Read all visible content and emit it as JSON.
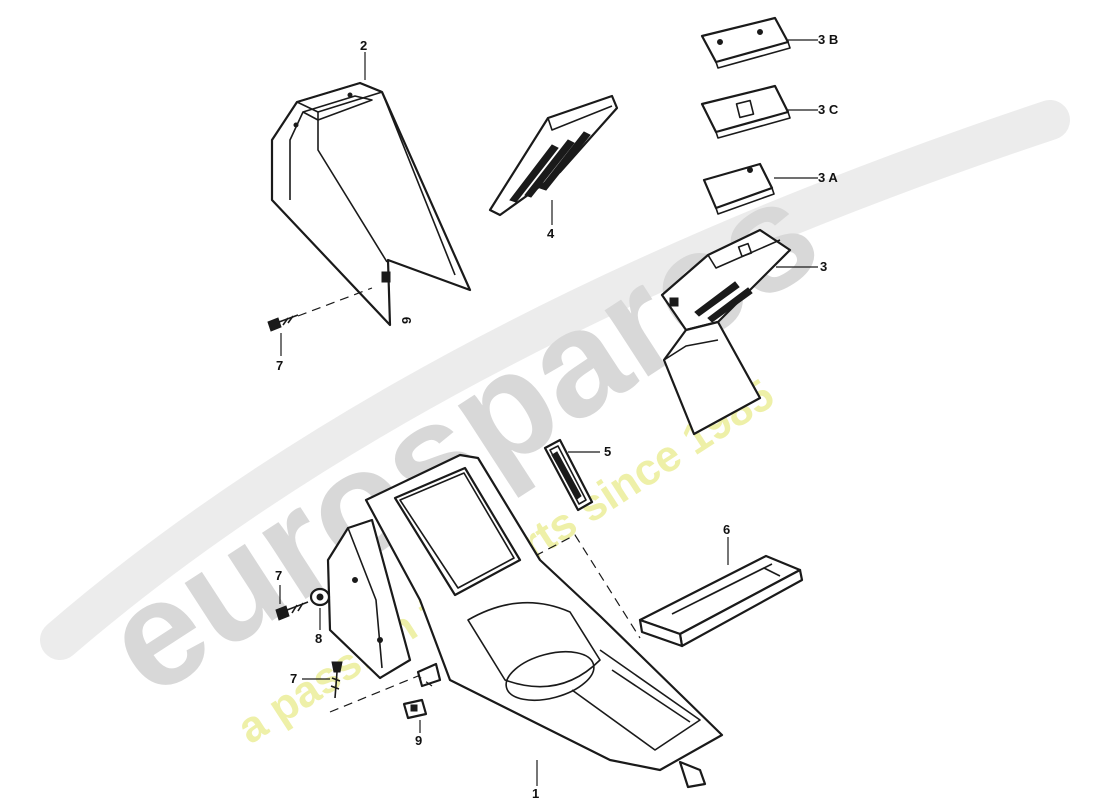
{
  "watermark": {
    "brand": "eurospares",
    "tagline": "a passion for parts since 1985",
    "brand_color": "#d8d8d8",
    "tagline_color": "#eef0a8"
  },
  "callouts": {
    "c1": "1",
    "c2": "2",
    "c3": "3",
    "c3a": "3 A",
    "c3b": "3 B",
    "c3c": "3 C",
    "c4": "4",
    "c5": "5",
    "c6": "6",
    "c7_top": "7",
    "c7_mid": "7",
    "c7_low": "7",
    "c8": "8",
    "c9_top": "9",
    "c9_low": "9"
  }
}
